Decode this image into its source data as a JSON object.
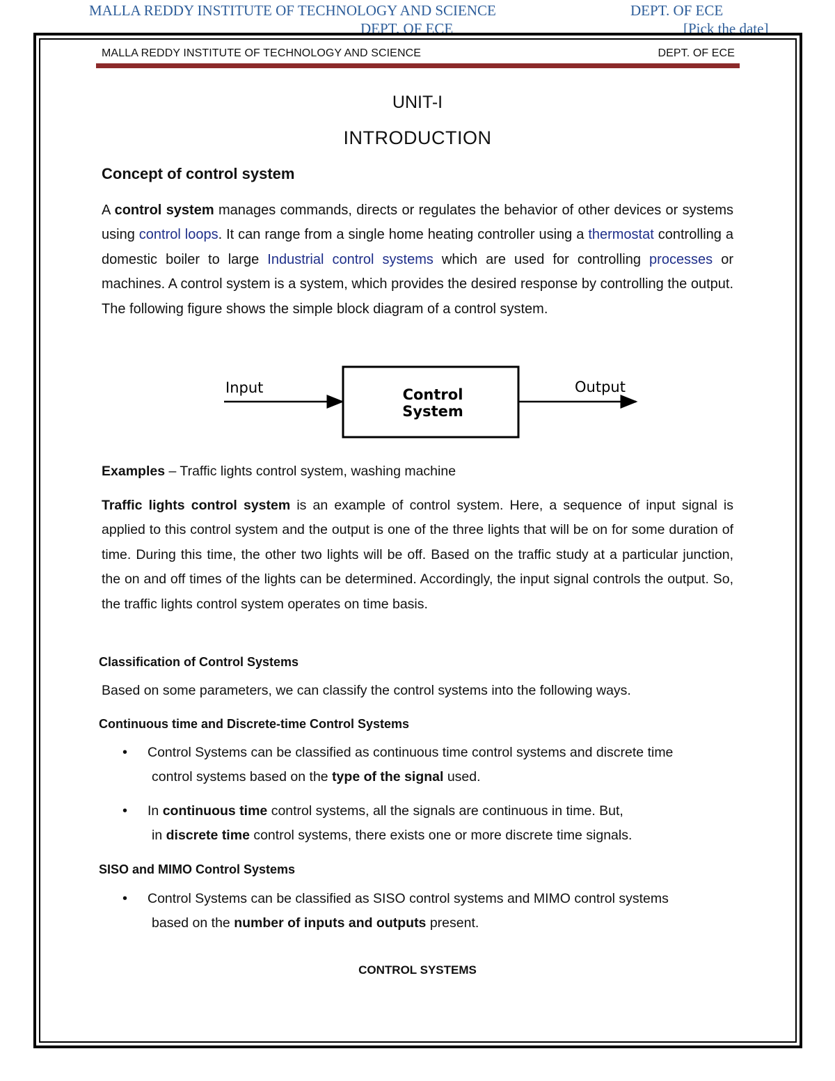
{
  "running_header": {
    "institute": "MALLA REDDY INSTITUTE OF TECHNOLOGY AND SCIENCE",
    "dept": "DEPT. OF ECE",
    "dept2": "DEPT. OF ECE",
    "date_placeholder": "[Pick the date]"
  },
  "page_header": {
    "institute": "MALLA REDDY INSTITUTE OF TECHNOLOGY AND SCIENCE",
    "dept": "DEPT. OF ECE"
  },
  "titles": {
    "unit": "UNIT-I",
    "introduction": "INTRODUCTION"
  },
  "concept": {
    "heading": "Concept of control system",
    "p1_a": "A ",
    "p1_b": "control system",
    "p1_c": " manages commands, directs or regulates the behavior of other devices or systems using ",
    "p1_link1": "control loops",
    "p1_d": ". It can range from a single home heating controller using a ",
    "p1_link2": "thermostat",
    "p1_e": " controlling a domestic boiler to large ",
    "p1_link3": "Industrial control systems",
    "p1_f": " which are used for controlling ",
    "p1_link4": "processes",
    "p1_g": " or machines. A control system is a system, which provides the desired response by controlling the output. The following figure shows the simple block diagram of a control system."
  },
  "diagram": {
    "input_label": "Input",
    "output_label": "Output",
    "block_line1": "Control",
    "block_line2": "System"
  },
  "examples": {
    "label": "Examples",
    "text": " – Traffic lights control system, washing machine"
  },
  "traffic": {
    "bold": "Traffic lights control system",
    "text": " is an example of control system. Here, a sequence of input signal is applied to this control system and the output is one of the three lights that will be on for some duration of time. During this time, the other two lights will be off. Based on the traffic study at a particular junction, the on and off times of the lights can be determined. Accordingly, the input signal controls the output. So, the traffic lights control system operates on time basis."
  },
  "classification": {
    "heading": "Classification of Control Systems",
    "text": "Based on some parameters, we can classify the control systems into the following ways."
  },
  "continuous": {
    "heading": "Continuous time and Discrete-time Control Systems",
    "b1_l1": "Control Systems can be classified as continuous time control systems and discrete time",
    "b1_l2a": "control systems based on the ",
    "b1_l2b": "type of the signal",
    "b1_l2c": " used.",
    "b2_l1a": "In ",
    "b2_l1b": "continuous time",
    "b2_l1c": " control systems, all the signals are continuous in time. But,",
    "b2_l2a": "in ",
    "b2_l2b": "discrete time",
    "b2_l2c": " control systems, there exists one or more discrete time signals."
  },
  "siso": {
    "heading": "SISO and MIMO Control Systems",
    "b1_l1": "Control Systems can be classified as SISO control systems and MIMO control systems",
    "b1_l2a": "based on the ",
    "b1_l2b": "number of inputs and outputs",
    "b1_l2c": " present."
  },
  "footer": {
    "title": "CONTROL SYSTEMS"
  },
  "bullet_glyph": "•"
}
